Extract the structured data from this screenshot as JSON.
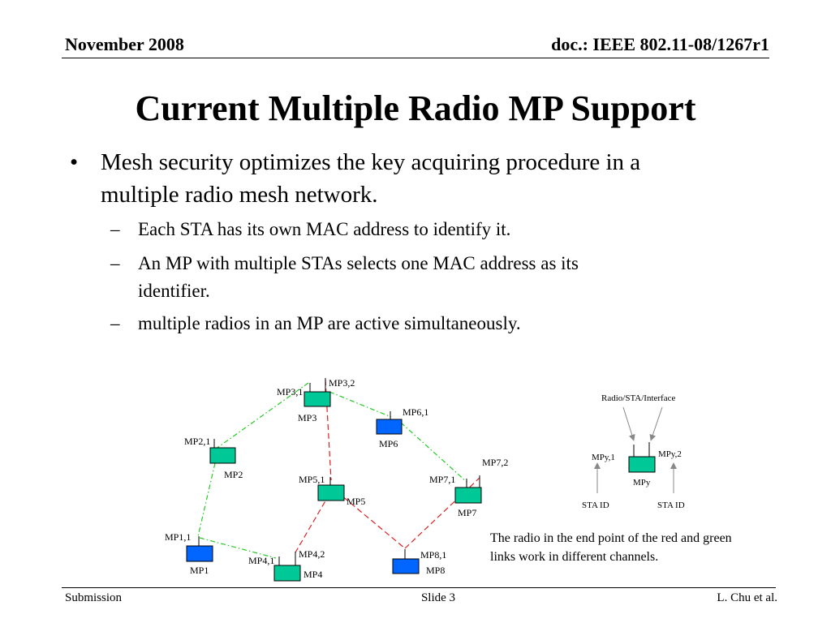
{
  "header": {
    "date": "November 2008",
    "doc": "doc.: IEEE 802.11-08/1267r1"
  },
  "title": "Current Multiple Radio MP Support",
  "bullet": {
    "mark": "•",
    "line1": "Mesh security optimizes the key acquiring procedure in a",
    "line2": "multiple radio mesh network."
  },
  "subbullets": {
    "mark": "–",
    "items": [
      {
        "line1": "Each STA has its own MAC address to identify it.",
        "line2": ""
      },
      {
        "line1": "An MP with multiple STAs selects one MAC address as its",
        "line2": "identifier."
      },
      {
        "line1": "multiple radios in an MP are active simultaneously.",
        "line2": ""
      }
    ]
  },
  "diagram": {
    "colors": {
      "teal": "#00c896",
      "blue": "#0066ff",
      "green_link": "#22cc22",
      "red_link": "#e02020",
      "arrow": "#888888"
    },
    "labels": {
      "mp3_2": "MP3,2",
      "mp3_1": "MP3,1",
      "mp3": "MP3",
      "mp6_1": "MP6,1",
      "mp6": "MP6",
      "mp2_1": "MP2,1",
      "mp2": "MP2",
      "mp7_2": "MP7,2",
      "mp7_1": "MP7,1",
      "mp7": "MP7",
      "mp5_1": "MP5,1",
      "mp5": "MP5",
      "mp1_1": "MP1,1",
      "mp1": "MP1",
      "mp4_2": "MP4,2",
      "mp4_1": "MP4,1",
      "mp4": "MP4",
      "mp8_1": "MP8,1",
      "mp8": "MP8"
    },
    "legend": {
      "radio": "Radio/STA/Interface",
      "mpy_1": "MPy,1",
      "mpy_2": "MPy,2",
      "mpy": "MPy",
      "sta_id_left": "STA ID",
      "sta_id_right": "STA ID"
    }
  },
  "note": {
    "line1": "The radio in the end point of the red and green",
    "line2": "links work in different channels."
  },
  "footer": {
    "left": "Submission",
    "center": "Slide 3",
    "right": "L. Chu et al."
  }
}
